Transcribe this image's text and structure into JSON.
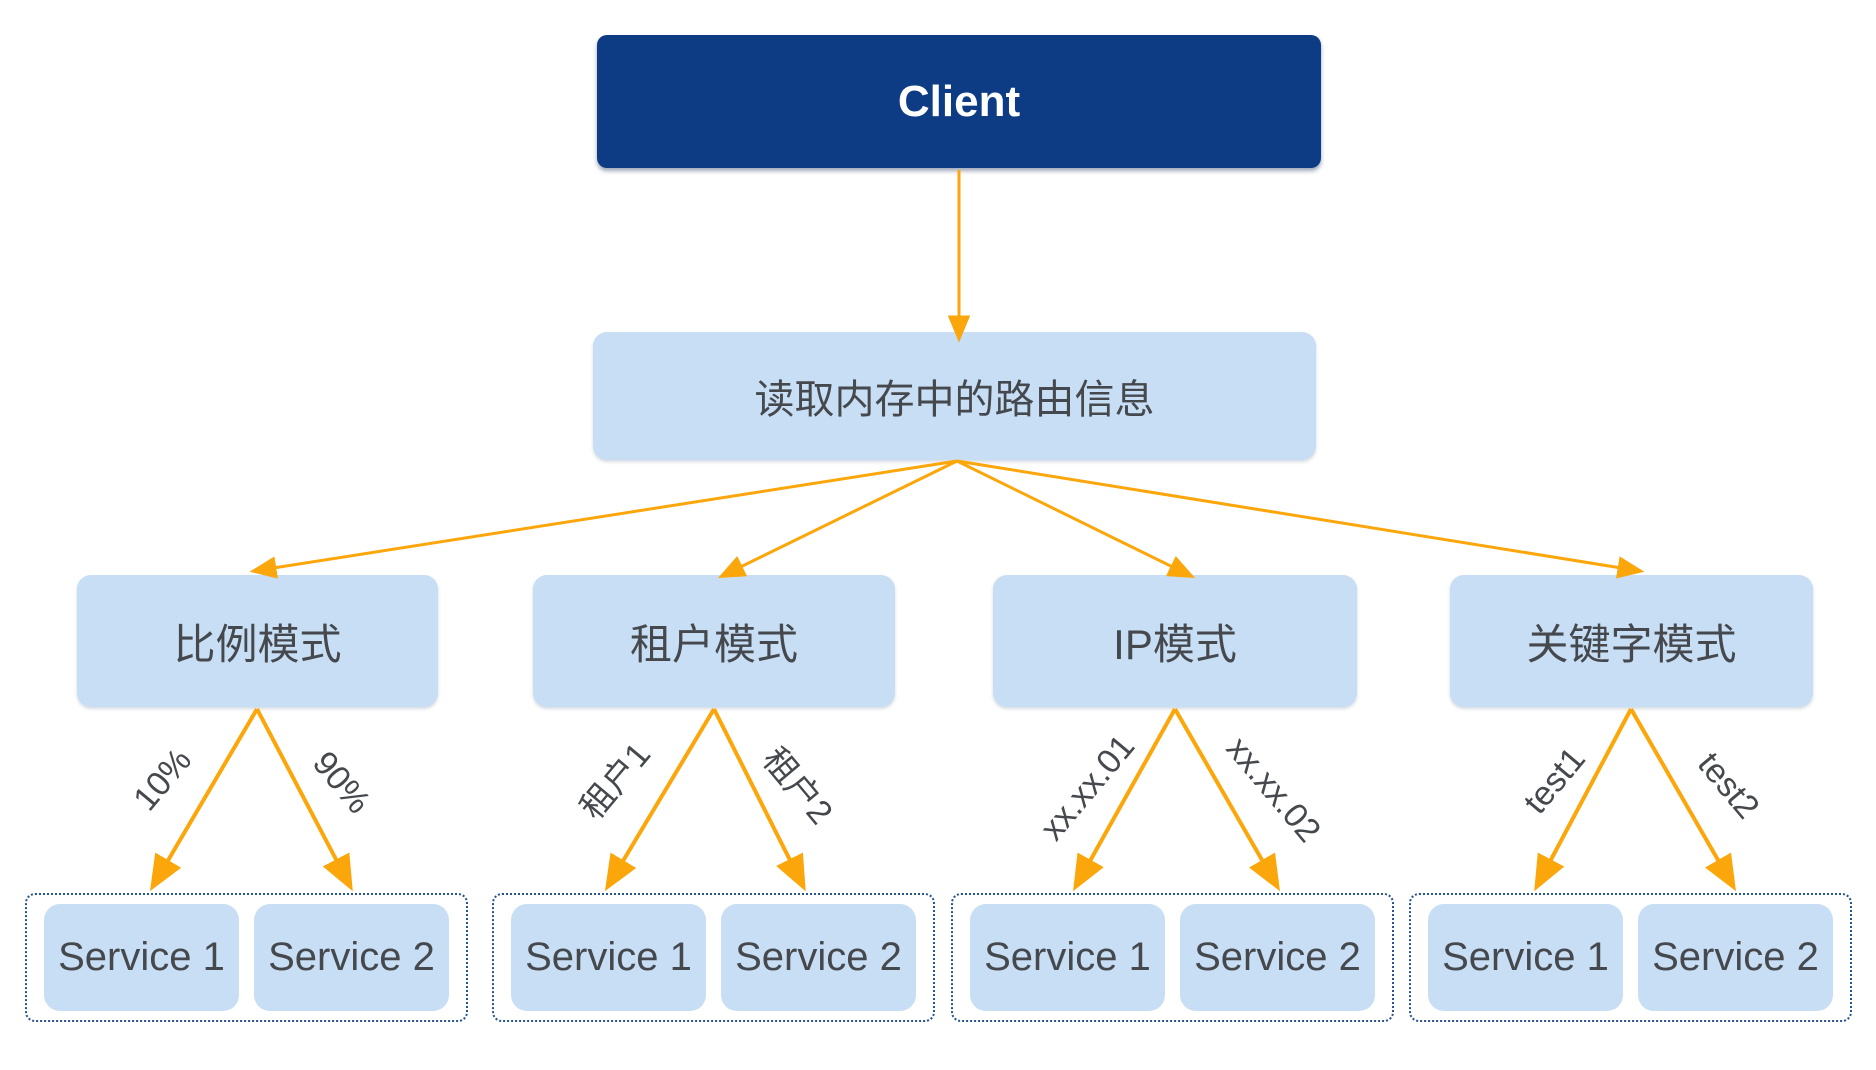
{
  "diagram": {
    "client": {
      "label": "Client"
    },
    "router": {
      "label": "读取内存中的路由信息"
    },
    "modes": [
      {
        "label": "比例模式",
        "branches": [
          {
            "label": "10%",
            "service": "Service 1"
          },
          {
            "label": "90%",
            "service": "Service 2"
          }
        ]
      },
      {
        "label": "租户模式",
        "branches": [
          {
            "label": "租户1",
            "service": "Service 1"
          },
          {
            "label": "租户2",
            "service": "Service 2"
          }
        ]
      },
      {
        "label": "IP模式",
        "branches": [
          {
            "label": "xx.xx.01",
            "service": "Service 1"
          },
          {
            "label": "xx.xx.02",
            "service": "Service 2"
          }
        ]
      },
      {
        "label": "关键字模式",
        "branches": [
          {
            "label": "test1",
            "service": "Service 1"
          },
          {
            "label": "test2",
            "service": "Service 2"
          }
        ]
      }
    ],
    "colors": {
      "primary": "#0d3c85",
      "light": "#c8def4",
      "arrow": "#FBA60A",
      "text": "#45494e",
      "dotted_border": "#27548f"
    }
  }
}
